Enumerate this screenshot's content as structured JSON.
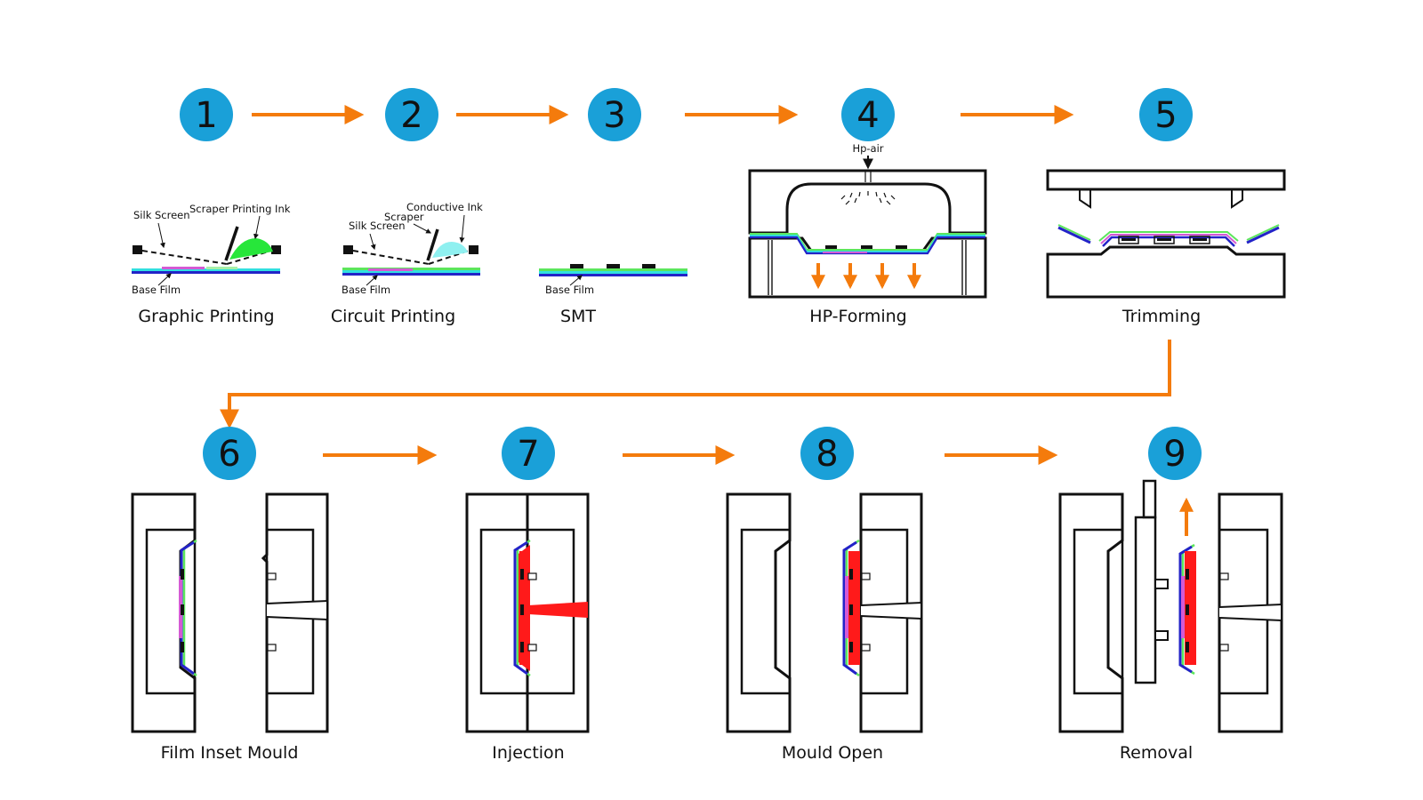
{
  "colors": {
    "circle": "#1aa0d8",
    "arrow": "#f47b0c",
    "film_blue": "#2323c8",
    "film_cyan": "#31e0e0",
    "film_green": "#5ce65c",
    "ink_magenta": "#d45ad4",
    "resin_red": "#ff1a1a",
    "ink_green": "#27e63a",
    "ink_cyan": "#8ff0f0"
  },
  "steps": [
    {
      "number": "1",
      "caption": "Graphic Printing"
    },
    {
      "number": "2",
      "caption": "Circuit Printing"
    },
    {
      "number": "3",
      "caption": "SMT"
    },
    {
      "number": "4",
      "caption": "HP-Forming"
    },
    {
      "number": "5",
      "caption": "Trimming"
    },
    {
      "number": "6",
      "caption": "Film Inset Mould"
    },
    {
      "number": "7",
      "caption": "Injection"
    },
    {
      "number": "8",
      "caption": "Mould Open"
    },
    {
      "number": "9",
      "caption": "Removal"
    }
  ],
  "labels": {
    "step1": {
      "silk_screen": "Silk Screen",
      "scraper_ink": "Scraper Printing Ink",
      "base_film": "Base Film"
    },
    "step2": {
      "conductive_ink": "Conductive Ink",
      "scraper": "Scraper",
      "silk_screen": "Silk Screen",
      "base_film": "Base Film"
    },
    "step3": {
      "base_film": "Base Film"
    },
    "step4": {
      "hp_air": "Hp-air"
    }
  }
}
